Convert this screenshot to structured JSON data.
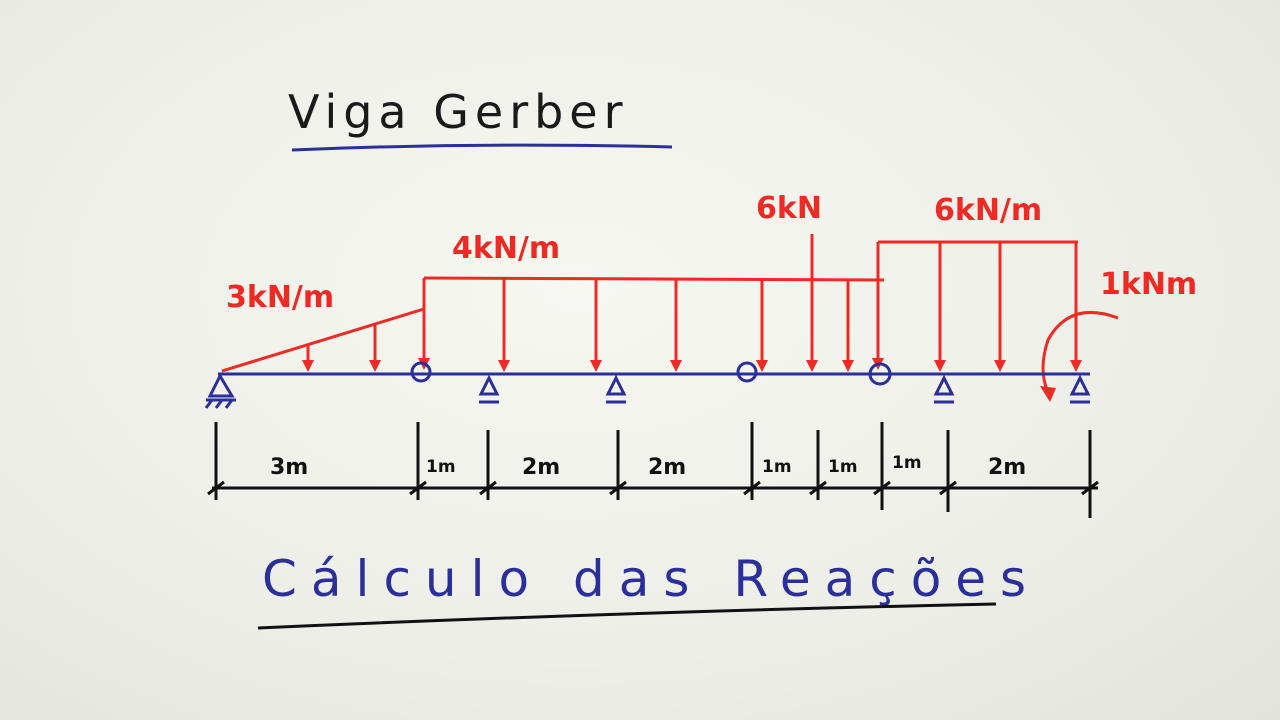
{
  "title": "Viga Gerber",
  "subtitle": "Cálculo das Reações",
  "colors": {
    "beam": "#2a2f9a",
    "loads": "#ee2a24",
    "dimensions": "#111111",
    "title": "#1a1a1a"
  },
  "loads": {
    "triangular": "3kN/m",
    "uniform_left": "4kN/m",
    "point": "6kN",
    "uniform_right": "6kN/m",
    "moment": "1kNm"
  },
  "spans": [
    "3m",
    "1m",
    "2m",
    "2m",
    "1m",
    "1m",
    "1m",
    "2m"
  ],
  "elements": {
    "supports": [
      "pin-support",
      "roller-support",
      "roller-support",
      "roller-support",
      "roller-support"
    ],
    "hinges": [
      "gerber-hinge",
      "gerber-hinge",
      "gerber-hinge"
    ]
  }
}
